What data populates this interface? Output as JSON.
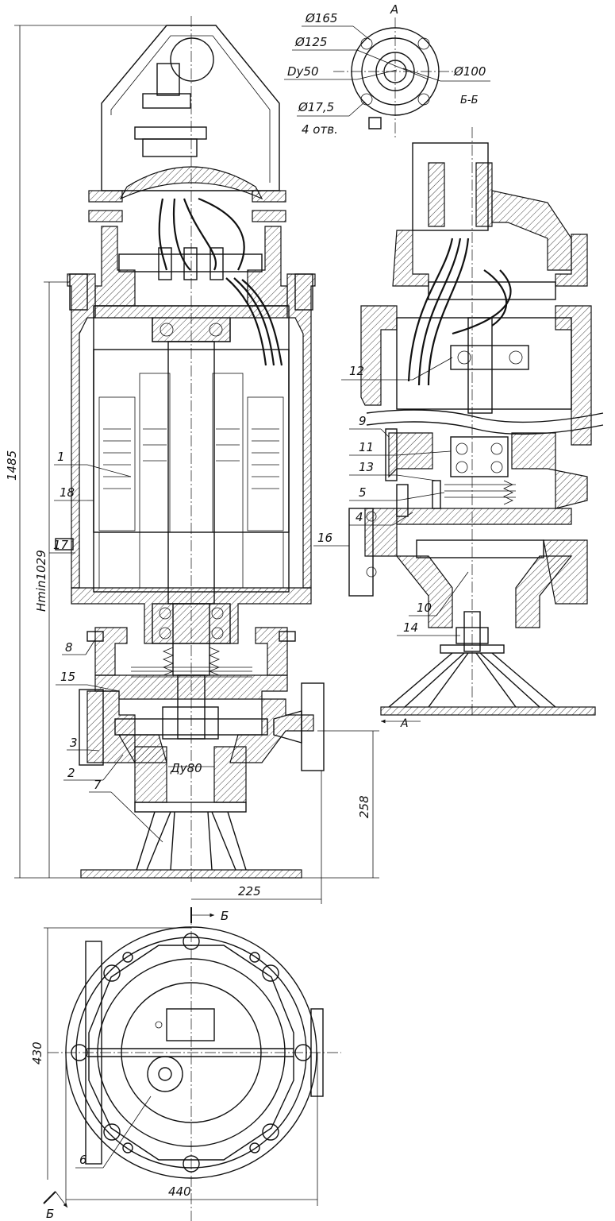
{
  "dimensions": {
    "d165": "Ø165",
    "d125": "Ø125",
    "dy50": "Dy50",
    "d100": "Ø100",
    "d17_5": "Ø17,5",
    "holes": "4 отв.",
    "h1485": "1485",
    "hmin": "Hmin1029",
    "h258": "258",
    "w225": "225",
    "du80": "Ду80",
    "h430": "430",
    "w440": "440"
  },
  "views": {
    "view_a": "А",
    "section_bb": "Б-Б",
    "cut_b_top": "Б",
    "cut_b_bottom": "Б",
    "arrow_a": "А"
  },
  "callouts": {
    "c1": "1",
    "c2": "2",
    "c3": "3",
    "c4": "4",
    "c5": "5",
    "c6": "6",
    "c7": "7",
    "c8": "8",
    "c9": "9",
    "c10": "10",
    "c11": "11",
    "c12": "12",
    "c13": "13",
    "c14": "14",
    "c15": "15",
    "c16": "16",
    "c17": "17",
    "c18": "18"
  }
}
